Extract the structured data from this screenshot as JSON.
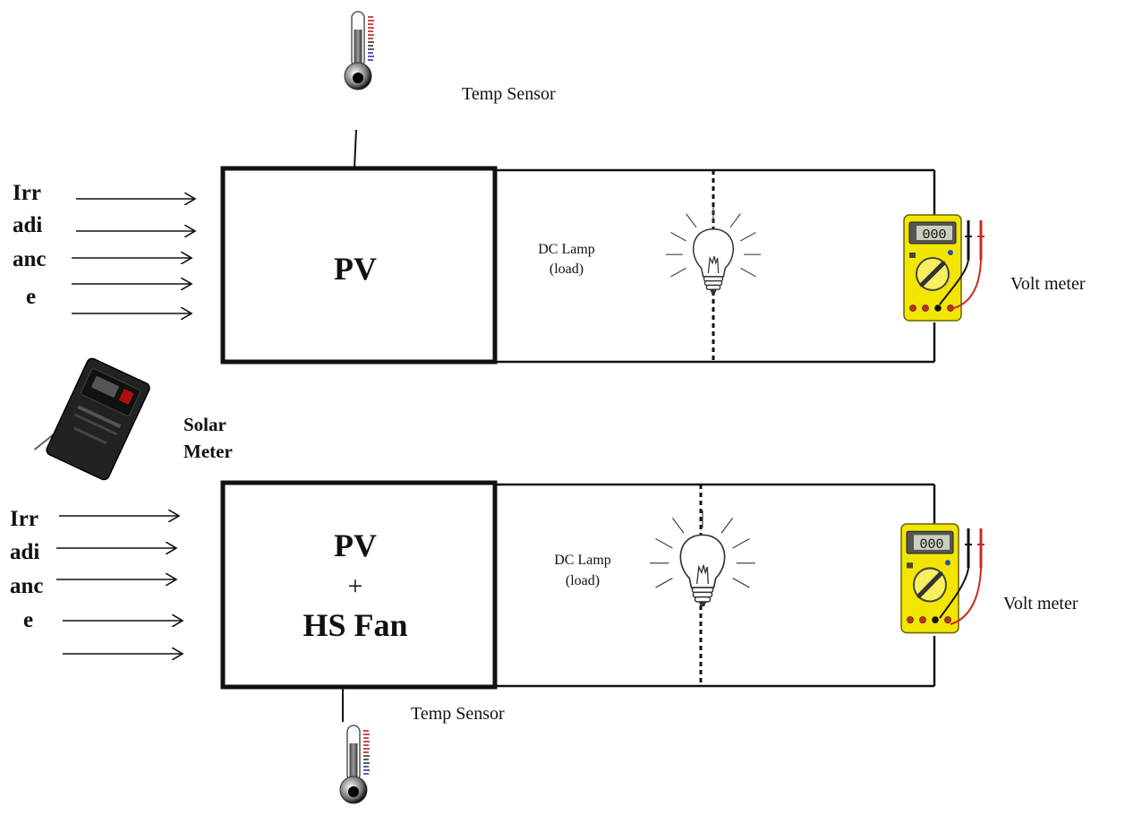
{
  "colors": {
    "ink": "#111111",
    "meter_body": "#f2e600",
    "meter_red": "#cc2a1d",
    "solar_meter_body": "#222222"
  },
  "top_setup": {
    "temp_sensor_label": "Temp Sensor",
    "irradiance_label_lines": [
      "Irr",
      "adi",
      "anc",
      "e"
    ],
    "panel_label_lines": [
      "PV"
    ],
    "lamp_label_lines": [
      "DC Lamp",
      "(load)"
    ],
    "meter_label": "Volt meter",
    "meter_display": "000"
  },
  "solar_meter": {
    "label_lines": [
      "Solar",
      "Meter"
    ]
  },
  "bottom_setup": {
    "temp_sensor_label": "Temp Sensor",
    "irradiance_label_lines": [
      "Irr",
      "adi",
      "anc",
      "e"
    ],
    "panel_label_lines": [
      "PV",
      "+",
      "HS Fan"
    ],
    "lamp_label_lines": [
      "DC Lamp",
      "(load)"
    ],
    "meter_label": "Volt meter",
    "meter_display": "000"
  },
  "icons": [
    "thermometer-icon",
    "arrow-right-icon",
    "light-bulb-icon",
    "multimeter-icon",
    "solar-meter-icon"
  ]
}
